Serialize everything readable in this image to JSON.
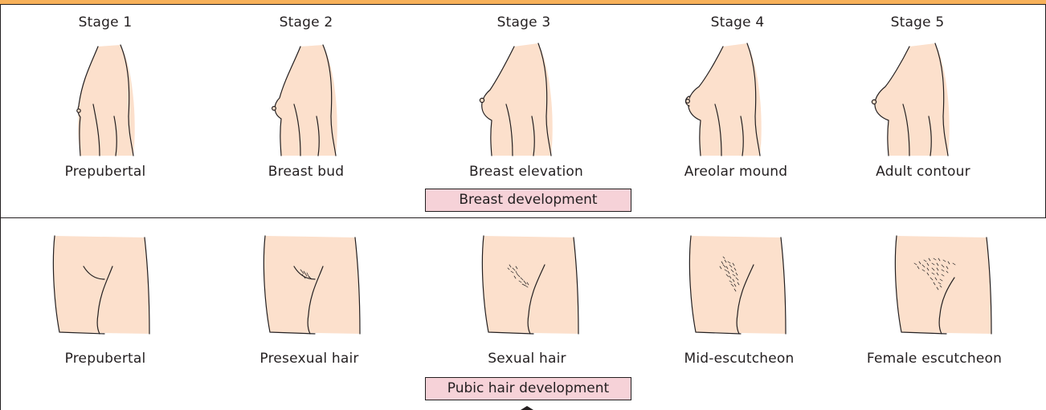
{
  "breast_section": {
    "stages": [
      "Stage 1",
      "Stage 2",
      "Stage 3",
      "Stage 4",
      "Stage 5"
    ],
    "descriptions": [
      "Prepubertal",
      "Breast bud",
      "Breast elevation",
      "Areolar mound",
      "Adult contour"
    ],
    "caption": "Breast development"
  },
  "pubic_section": {
    "descriptions": [
      "Prepubertal",
      "Presexual hair",
      "Sexual hair",
      "Mid-escutcheon",
      "Female escutcheon"
    ],
    "caption": "Pubic hair development"
  },
  "colors": {
    "header": "#f7b15a",
    "skin": "#fce0cc",
    "caption_fill": "#f6d2d8",
    "ink": "#231f20"
  },
  "icons": [
    "breast-profile-figure",
    "pubic-region-figure"
  ]
}
